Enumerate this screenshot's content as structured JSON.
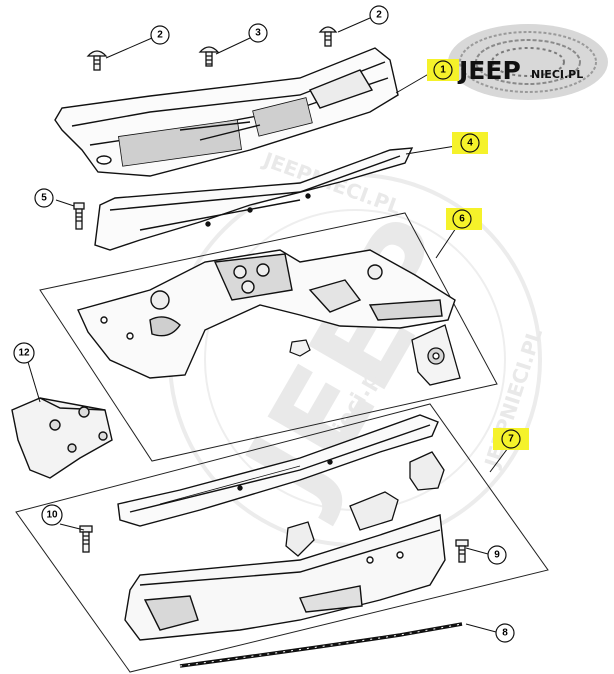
{
  "logo": {
    "brand": "JEEP",
    "suffix": "NIECI.PL"
  },
  "watermark": {
    "ring_text": "JEEPNIECI.PL",
    "center": "JEEP",
    "small": "nieci.pl"
  },
  "callouts": [
    {
      "id": "c1",
      "label": "1",
      "highlight": true
    },
    {
      "id": "c2a",
      "label": "2",
      "highlight": false
    },
    {
      "id": "c2b",
      "label": "2",
      "highlight": false
    },
    {
      "id": "c3",
      "label": "3",
      "highlight": false
    },
    {
      "id": "c4",
      "label": "4",
      "highlight": true
    },
    {
      "id": "c5",
      "label": "5",
      "highlight": false
    },
    {
      "id": "c6",
      "label": "6",
      "highlight": true
    },
    {
      "id": "c7",
      "label": "7",
      "highlight": true
    },
    {
      "id": "c8",
      "label": "8",
      "highlight": false
    },
    {
      "id": "c9",
      "label": "9",
      "highlight": false
    },
    {
      "id": "c10",
      "label": "10",
      "highlight": false
    },
    {
      "id": "c12",
      "label": "12",
      "highlight": false
    }
  ],
  "colors": {
    "highlight": "#f5f22a",
    "line": "#111111"
  }
}
